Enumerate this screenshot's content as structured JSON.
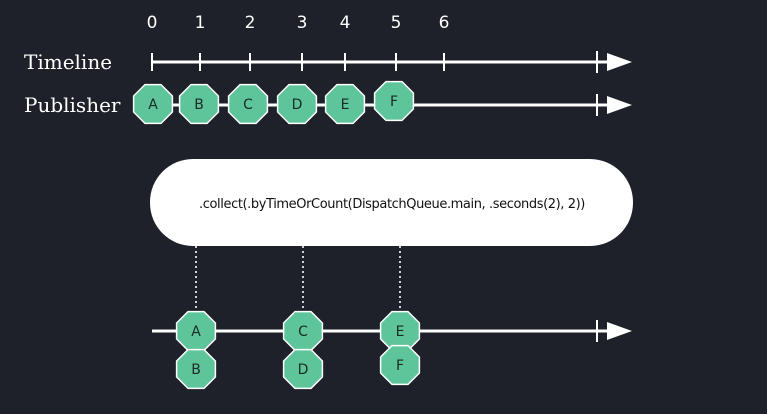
{
  "row_labels": {
    "timeline": "Timeline",
    "publisher": "Publisher"
  },
  "ticks": [
    "0",
    "1",
    "2",
    "3",
    "4",
    "5",
    "6"
  ],
  "publisher_marbles": [
    "A",
    "B",
    "C",
    "D",
    "E",
    "F"
  ],
  "operator": ".collect(.byTimeOrCount(DispatchQueue.main, .seconds(2), 2))",
  "output_groups": [
    {
      "top": "A",
      "bottom": "B"
    },
    {
      "top": "C",
      "bottom": "D"
    },
    {
      "top": "E",
      "bottom": "F"
    }
  ],
  "colors": {
    "background": "#1e2129",
    "line": "#ffffff",
    "marble_fill": "#5ec59b",
    "marble_stroke": "#ffffff",
    "operator_fill": "#ffffff",
    "connector": "#ffffff"
  }
}
